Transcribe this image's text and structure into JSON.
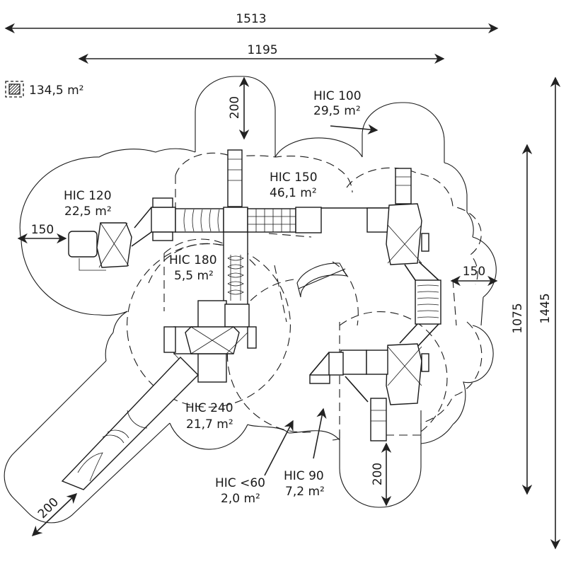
{
  "legend": {
    "icon": "hatched-square-icon",
    "total_area": "134,5 m²"
  },
  "dimensions": {
    "overall_width": "1513",
    "structure_width": "1195",
    "overall_depth": "1445",
    "structure_depth": "1075",
    "top_clearance": "200",
    "left_clearance": "150",
    "right_clearance": "150",
    "bottom_clearance": "200",
    "slide_clearance": "200"
  },
  "zones": [
    {
      "id": "hic100",
      "hic": "HIC 100",
      "area": "29,5 m²"
    },
    {
      "id": "hic150",
      "hic": "HIC 150",
      "area": "46,1 m²"
    },
    {
      "id": "hic120",
      "hic": "HIC 120",
      "area": "22,5 m²"
    },
    {
      "id": "hic180",
      "hic": "HIC 180",
      "area": "5,5 m²"
    },
    {
      "id": "hic240",
      "hic": "HIC 240",
      "area": "21,7 m²"
    },
    {
      "id": "hic60",
      "hic": "HIC <60",
      "area": "2,0 m²"
    },
    {
      "id": "hic90",
      "hic": "HIC 90",
      "area": "7,2 m²"
    }
  ]
}
